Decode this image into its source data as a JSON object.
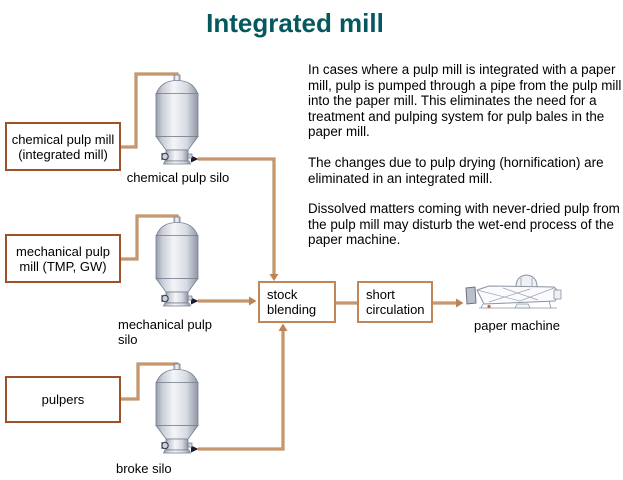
{
  "title": "Integrated mill",
  "description": {
    "paragraphs": [
      "In cases where a pulp mill is integrated with a paper mill, pulp is pumped through a pipe from the pulp mill into the paper mill. This eliminates the need for a treatment and pulping system for pulp bales in the paper mill.",
      "The changes due to pulp drying (hornification) are eliminated in an integrated mill.",
      "Dissolved matters coming with never-dried pulp from the pulp mill may disturb the wet-end process of the paper machine."
    ]
  },
  "diagram": {
    "source_boxes": [
      {
        "label": "chemical pulp mill (integrated mill)"
      },
      {
        "label": "mechanical pulp mill (TMP, GW)"
      },
      {
        "label": "pulpers"
      }
    ],
    "process_boxes": [
      {
        "label": "stock blending"
      },
      {
        "label": "short circulation"
      }
    ],
    "silo_labels": {
      "chemical": "chemical pulp silo",
      "mechanical": "mechanical pulp silo",
      "broke": "broke silo"
    },
    "paper_machine_label": "paper machine",
    "icons": {
      "silo-icon": "vertical storage tank with cone roof and bottom pump",
      "paper-machine-icon": "sketch of paper machine with hood",
      "flow-arrow-icon": "tan pipe arrow",
      "pump-outlet-icon": "small black arrow at silo outlet"
    },
    "colors": {
      "title_text": "#03595E",
      "source_box_border": "#9D5126",
      "process_box_border": "#C18557",
      "pipe_outer": "#AE7B4F",
      "pipe_inner": "#DBA77C",
      "silo_metal_light": "#F4F5F8",
      "silo_metal_dark": "#8F96A5",
      "body_text": "#000000"
    }
  }
}
